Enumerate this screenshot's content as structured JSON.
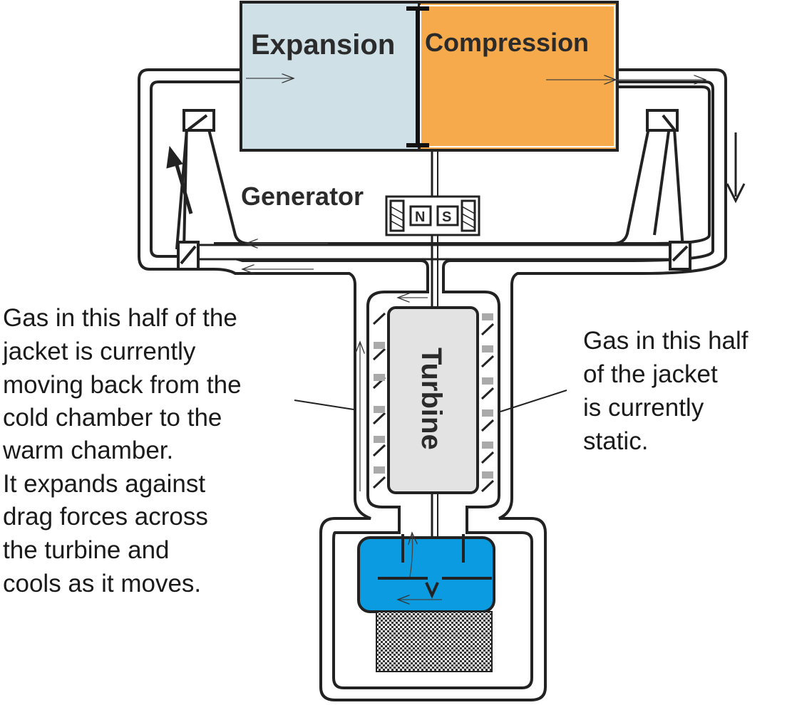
{
  "labels": {
    "expansion": "Expansion",
    "compression": "Compression",
    "generator": "Generator",
    "magnet_n": "N",
    "magnet_s": "S",
    "turbine": "Turbine"
  },
  "left_note": [
    "Gas in this half of the",
    "jacket is currently",
    "moving back from the",
    "cold chamber to the",
    "warm chamber.",
    "It expands against",
    "drag forces across",
    "the turbine and",
    "cools as it moves."
  ],
  "right_note": [
    "Gas in this half",
    "of the jacket",
    "is currently",
    "static."
  ],
  "colors": {
    "expansion_fill": "#cfe1e7",
    "compression_fill": "#f6aa4b",
    "cold_fluid": "#0a9be0",
    "turbine_fill": "#e3e3e3",
    "outline": "#222222"
  }
}
